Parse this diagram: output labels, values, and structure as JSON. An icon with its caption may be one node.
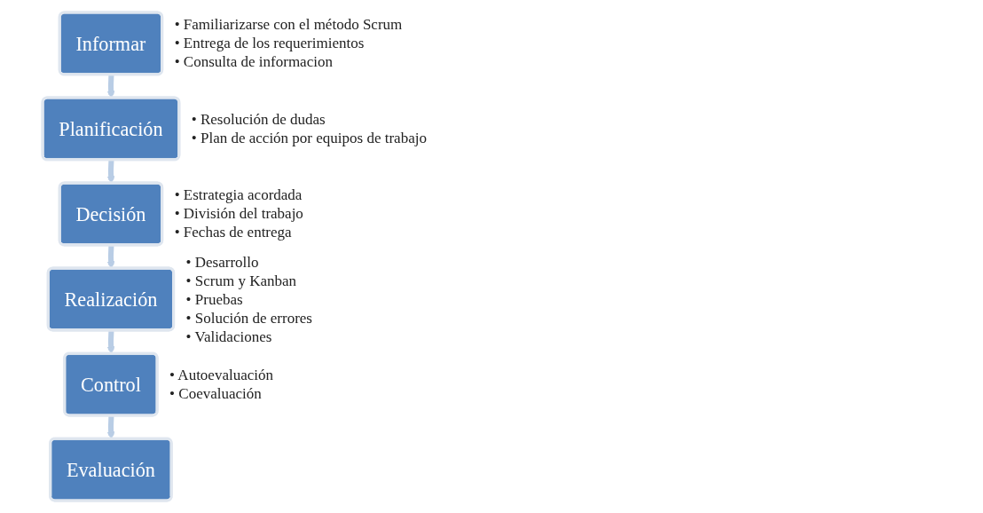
{
  "diagram": {
    "nodes": [
      {
        "text": [
          "Informar"
        ],
        "beside": [
          "• Familiarizarse con el método Scrum",
          "• Entrega de los requerimientos",
          "• Consulta de informacion"
        ]
      },
      {
        "text": [
          "Planificación"
        ],
        "beside": [
          "• Resolución de dudas",
          "• Plan de acción por equipos de trabajo"
        ]
      },
      {
        "text": [
          "Decisión"
        ],
        "beside": [
          "• Estrategia acordada",
          "• División del trabajo",
          "• Fechas de entrega"
        ]
      },
      {
        "text": [
          "Realización"
        ],
        "beside": [
          "• Desarrollo",
          "• Scrum y Kanban",
          "• Pruebas",
          "• Solución de errores",
          "• Validaciones"
        ]
      },
      {
        "text": [
          "Control"
        ],
        "beside": [
          "• Autoevaluación",
          "• Coevaluación"
        ]
      },
      {
        "text": [
          "Evaluación"
        ]
      }
    ],
    "edges": [
      {
        "from": 0,
        "to": 1,
        "arrow": "to"
      },
      {
        "from": 1,
        "to": 2,
        "arrow": "to"
      },
      {
        "from": 2,
        "to": 3,
        "arrow": "to"
      },
      {
        "from": 3,
        "to": 4,
        "arrow": "to"
      },
      {
        "from": 4,
        "to": 5,
        "arrow": "to"
      }
    ]
  }
}
